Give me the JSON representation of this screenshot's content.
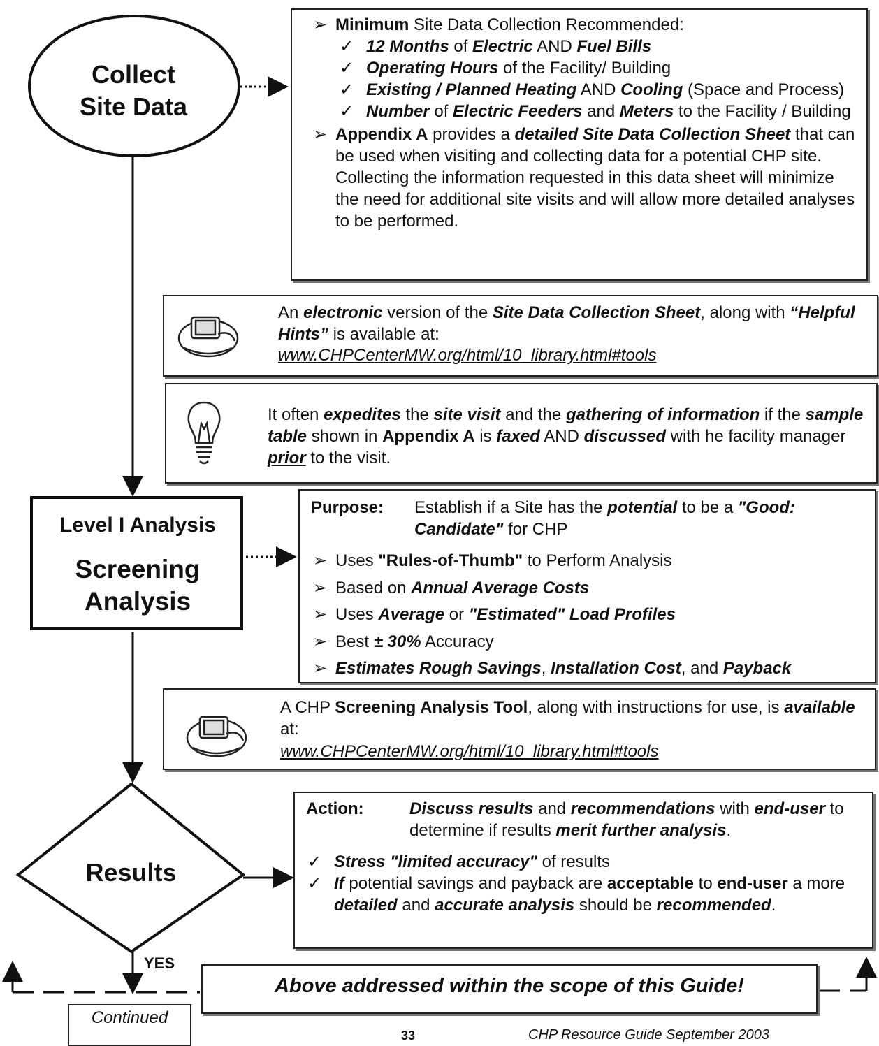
{
  "nodes": {
    "collect": "Collect Site Data",
    "collect_line1": "Collect",
    "collect_line2": "Site Data",
    "level1_a": "Level I Analysis",
    "level1_b1": "Screening",
    "level1_b2": "Analysis",
    "results": "Results",
    "yes": "YES",
    "continued": "Continued"
  },
  "box1": {
    "b1_bold": "Minimum",
    "b1_rest": " Site Data Collection Recommended:",
    "checks": [
      [
        {
          "t": "12 Months",
          "s": "bi"
        },
        {
          "t": " of ",
          "s": ""
        },
        {
          "t": "Electric",
          "s": "bi"
        },
        {
          "t": " AND ",
          "s": ""
        },
        {
          "t": "Fuel Bills",
          "s": "bi"
        }
      ],
      [
        {
          "t": "Operating Hours",
          "s": "bi"
        },
        {
          "t": " of the Facility/ Building",
          "s": ""
        }
      ],
      [
        {
          "t": "Existing / Planned Heating",
          "s": "bi"
        },
        {
          "t": " AND ",
          "s": ""
        },
        {
          "t": "Cooling",
          "s": "bi"
        },
        {
          "t": " (Space and Process)",
          "s": ""
        }
      ],
      [
        {
          "t": "Number",
          "s": "bi"
        },
        {
          "t": " of ",
          "s": ""
        },
        {
          "t": "Electric Feeders",
          "s": "bi"
        },
        {
          "t": " and ",
          "s": ""
        },
        {
          "t": "Meters",
          "s": "bi"
        },
        {
          "t": " to the Facility / Building",
          "s": ""
        }
      ]
    ],
    "b2": [
      {
        "t": "Appendix A",
        "s": "b"
      },
      {
        "t": " provides a ",
        "s": ""
      },
      {
        "t": "detailed Site Data Collection Sheet",
        "s": "bi"
      },
      {
        "t": " that can be used when visiting and collecting data for a potential CHP site.  Collecting the information requested in this data sheet will minimize the need for additional site visits and will allow more detailed analyses to be performed.",
        "s": ""
      }
    ]
  },
  "box2": [
    {
      "t": "An ",
      "s": ""
    },
    {
      "t": "electronic",
      "s": "bi"
    },
    {
      "t": " version of the ",
      "s": ""
    },
    {
      "t": "Site Data Collection Sheet",
      "s": "bi"
    },
    {
      "t": ", along with ",
      "s": ""
    },
    {
      "t": "“Helpful Hints”",
      "s": "bi"
    },
    {
      "t": " is available at:",
      "s": ""
    }
  ],
  "box2_link": "www.CHPCenterMW.org/html/10_library.html#tools",
  "box3": [
    {
      "t": "It often ",
      "s": ""
    },
    {
      "t": "expedites",
      "s": "bi"
    },
    {
      "t": " the ",
      "s": ""
    },
    {
      "t": "site visit",
      "s": "bi"
    },
    {
      "t": " and the ",
      "s": ""
    },
    {
      "t": "gathering of information",
      "s": "bi"
    },
    {
      "t": " if the ",
      "s": ""
    },
    {
      "t": "sample table",
      "s": "bi"
    },
    {
      "t": " shown in ",
      "s": ""
    },
    {
      "t": "Appendix A",
      "s": "b"
    },
    {
      "t": " is ",
      "s": ""
    },
    {
      "t": "faxed",
      "s": "bi"
    },
    {
      "t": " AND ",
      "s": ""
    },
    {
      "t": "discussed",
      "s": "bi"
    },
    {
      "t": " with he facility manager ",
      "s": ""
    },
    {
      "t": "prior",
      "s": "u-bi"
    },
    {
      "t": " to the visit.",
      "s": ""
    }
  ],
  "box4": {
    "purpose_label": "Purpose:",
    "purpose": [
      {
        "t": "Establish if a Site has the ",
        "s": ""
      },
      {
        "t": "potential",
        "s": "bi"
      },
      {
        "t": " to be a ",
        "s": ""
      },
      {
        "t": "\"Good: Candidate\"",
        "s": "bi"
      },
      {
        "t": " for CHP",
        "s": ""
      }
    ],
    "items": [
      [
        {
          "t": "Uses ",
          "s": ""
        },
        {
          "t": "\"Rules-of-Thumb\"",
          "s": "b"
        },
        {
          "t": " to Perform Analysis",
          "s": ""
        }
      ],
      [
        {
          "t": "Based on ",
          "s": ""
        },
        {
          "t": "Annual Average Costs",
          "s": "bi"
        }
      ],
      [
        {
          "t": "Uses ",
          "s": ""
        },
        {
          "t": "Average",
          "s": "bi"
        },
        {
          "t": " or ",
          "s": ""
        },
        {
          "t": "\"Estimated\" Load Profiles",
          "s": "bi"
        }
      ],
      [
        {
          "t": "Best ",
          "s": ""
        },
        {
          "t": "± 30%",
          "s": "bi"
        },
        {
          "t": " Accuracy",
          "s": ""
        }
      ],
      [
        {
          "t": "Estimates Rough Savings",
          "s": "bi"
        },
        {
          "t": ", ",
          "s": ""
        },
        {
          "t": "Installation Cost",
          "s": "bi"
        },
        {
          "t": ", and ",
          "s": ""
        },
        {
          "t": "Payback",
          "s": "bi"
        }
      ]
    ]
  },
  "box5": [
    {
      "t": "A CHP ",
      "s": ""
    },
    {
      "t": "Screening Analysis Tool",
      "s": "b"
    },
    {
      "t": ", along with instructions for use, is ",
      "s": ""
    },
    {
      "t": "available",
      "s": "bi"
    },
    {
      "t": " at:",
      "s": ""
    }
  ],
  "box5_link": "www.CHPCenterMW.org/html/10_library.html#tools",
  "box6": {
    "action_label": "Action:",
    "action": [
      {
        "t": "Discuss results",
        "s": "bi"
      },
      {
        "t": " and ",
        "s": ""
      },
      {
        "t": "recommendations",
        "s": "bi"
      },
      {
        "t": " with ",
        "s": ""
      },
      {
        "t": "end-user",
        "s": "bi"
      },
      {
        "t": " to determine if results ",
        "s": ""
      },
      {
        "t": "merit further analysis",
        "s": "bi"
      },
      {
        "t": ".",
        "s": ""
      }
    ],
    "checks": [
      [
        {
          "t": "Stress",
          "s": "bi"
        },
        {
          "t": " ",
          "s": ""
        },
        {
          "t": "\"limited accuracy\"",
          "s": "bi"
        },
        {
          "t": " of results",
          "s": ""
        }
      ],
      [
        {
          "t": "If",
          "s": "bi"
        },
        {
          "t": " potential savings and payback are ",
          "s": ""
        },
        {
          "t": "acceptable",
          "s": "b"
        },
        {
          "t": " to ",
          "s": ""
        },
        {
          "t": "end-user",
          "s": "b"
        },
        {
          "t": " a more ",
          "s": ""
        },
        {
          "t": "detailed",
          "s": "bi"
        },
        {
          "t": " and ",
          "s": ""
        },
        {
          "t": "accurate analysis",
          "s": "bi"
        },
        {
          "t": " should be ",
          "s": ""
        },
        {
          "t": "recommended",
          "s": "bi"
        },
        {
          "t": ".",
          "s": ""
        }
      ]
    ]
  },
  "banner": "Above addressed within the scope of this Guide!",
  "footer": {
    "page": "33",
    "title": "CHP Resource Guide September 2003"
  },
  "icons": {
    "computer1": "computer-icon",
    "lightbulb": "lightbulb-icon",
    "computer2": "computer-icon"
  }
}
